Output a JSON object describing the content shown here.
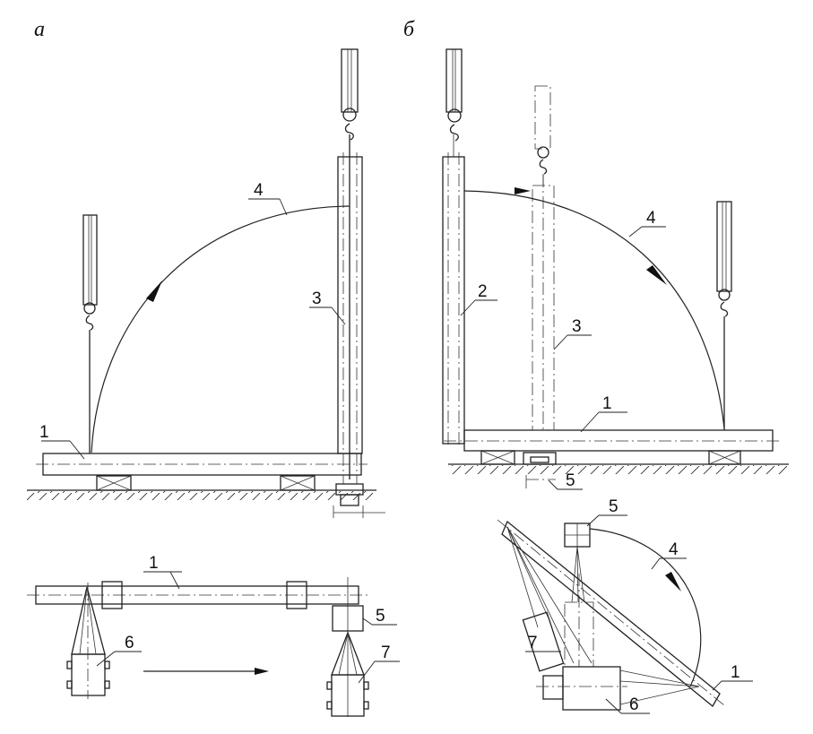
{
  "panels": {
    "a": "а",
    "b": "б"
  },
  "labels": {
    "a1": "1",
    "a3": "3",
    "a4": "4",
    "b1": "1",
    "b2": "2",
    "b3": "3",
    "b4": "4",
    "b5": "5",
    "c1": "1",
    "c5": "5",
    "c6": "6",
    "c7": "7",
    "d1": "1",
    "d4": "4",
    "d5": "5",
    "d6": "6",
    "d7": "7"
  }
}
